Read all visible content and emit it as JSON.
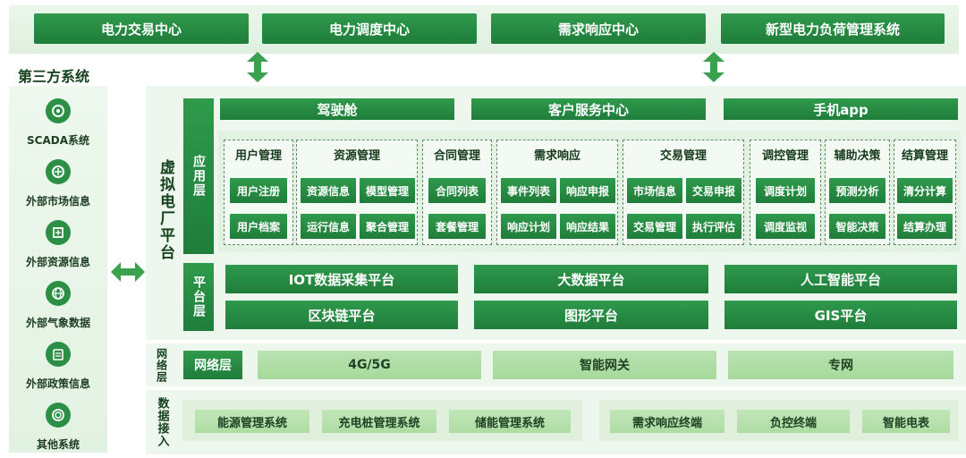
{
  "top": {
    "items": [
      "电力交易中心",
      "电力调度中心",
      "需求响应中心",
      "新型电力负荷管理系统"
    ]
  },
  "third_party": {
    "title": "第三方系统",
    "items": [
      {
        "label": "SCADA系统",
        "icon": "scada-icon"
      },
      {
        "label": "外部市场信息",
        "icon": "market-icon"
      },
      {
        "label": "外部资源信息",
        "icon": "resource-icon"
      },
      {
        "label": "外部气象数据",
        "icon": "weather-icon"
      },
      {
        "label": "外部政策信息",
        "icon": "policy-icon"
      },
      {
        "label": "其他系统",
        "icon": "other-icon"
      }
    ]
  },
  "platform": {
    "title": "虚拟电厂平台",
    "app_layer": {
      "tag": "应用层",
      "heads": [
        "驾驶舱",
        "客户服务中心",
        "手机app"
      ],
      "modules": [
        {
          "title": "用户管理",
          "buttons": [
            "用户注册",
            "用户档案"
          ]
        },
        {
          "title": "资源管理",
          "buttons": [
            "资源信息",
            "模型管理",
            "运行信息",
            "聚合管理"
          ]
        },
        {
          "title": "合同管理",
          "buttons": [
            "合同列表",
            "套餐管理"
          ]
        },
        {
          "title": "需求响应",
          "buttons": [
            "事件列表",
            "响应申报",
            "响应计划",
            "响应结果"
          ]
        },
        {
          "title": "交易管理",
          "buttons": [
            "市场信息",
            "交易申报",
            "交易管理",
            "执行评估"
          ]
        },
        {
          "title": "调控管理",
          "buttons": [
            "调度计划",
            "调度监视"
          ]
        },
        {
          "title": "辅助决策",
          "buttons": [
            "预测分析",
            "智能决策"
          ]
        },
        {
          "title": "结算管理",
          "buttons": [
            "清分计算",
            "结算办理"
          ]
        }
      ]
    },
    "platform_layer": {
      "tag": "平台层",
      "items": [
        "IOT数据采集平台",
        "大数据平台",
        "人工智能平台",
        "区块链平台",
        "图形平台",
        "GIS平台"
      ]
    }
  },
  "network": {
    "title": "网络层",
    "tag": "网络层",
    "items": [
      "4G/5G",
      "智能网关",
      "专网"
    ]
  },
  "data_access": {
    "title": "数据接入",
    "left_items": [
      "能源管理系统",
      "充电桩管理系统",
      "储能管理系统"
    ],
    "right_items": [
      "需求响应终端",
      "负控终端",
      "智能电表"
    ]
  }
}
